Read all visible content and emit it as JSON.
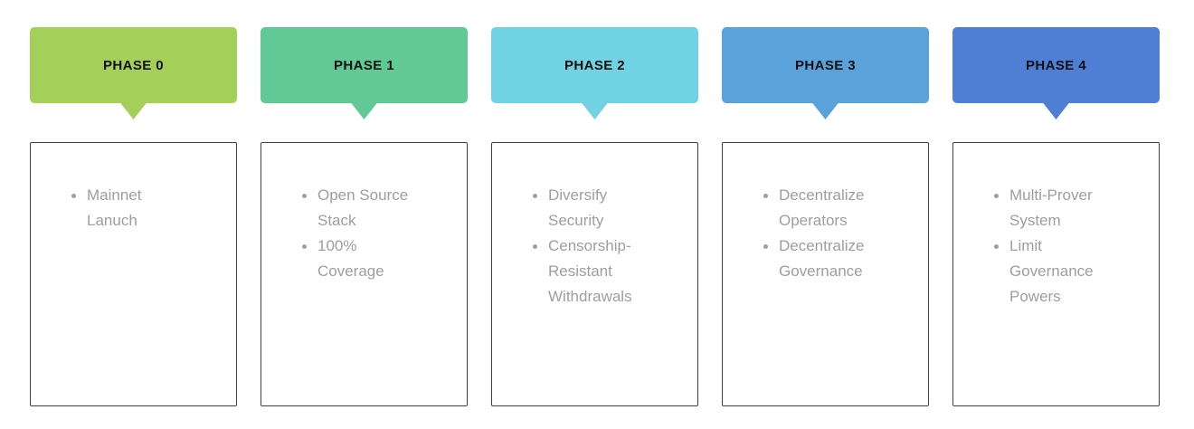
{
  "phases": [
    {
      "label": "PHASE 0",
      "color": "#a4cf58",
      "items": [
        "Mainnet Lanuch"
      ]
    },
    {
      "label": "PHASE 1",
      "color": "#61c996",
      "items": [
        "Open Source Stack",
        "100% Coverage"
      ]
    },
    {
      "label": "PHASE 2",
      "color": "#70d2e2",
      "items": [
        "Diversify Security",
        "Censorship-Resistant Withdrawals"
      ]
    },
    {
      "label": "PHASE 3",
      "color": "#5aa3da",
      "items": [
        "Decentralize Operators",
        "Decentralize Governance"
      ]
    },
    {
      "label": "PHASE 4",
      "color": "#4f7ed5",
      "items": [
        "Multi-Prover System",
        "Limit Governance Powers"
      ]
    }
  ],
  "colors": {
    "header_text": "#111111",
    "item_text": "#9e9e9e",
    "card_border": "#3f3f3f",
    "background": "#ffffff"
  }
}
